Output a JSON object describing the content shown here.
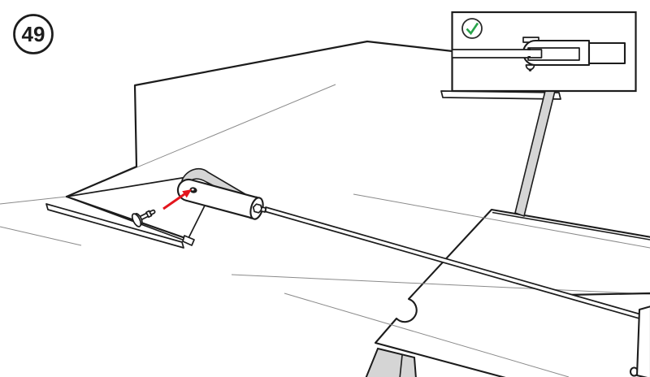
{
  "step": {
    "number": "49"
  },
  "inset": {
    "status_icon": "check-circle-icon",
    "status_meaning": "correct-assembly"
  },
  "icons": {
    "arrow": "red-direction-arrow",
    "check": "green-checkmark"
  },
  "colors": {
    "outline": "#1c1c1c",
    "faint_line": "#8a8a8a",
    "arrow_red": "#e3151d",
    "check_green": "#27a44a",
    "part_gray": "#d5d5d5",
    "background": "#ffffff"
  }
}
